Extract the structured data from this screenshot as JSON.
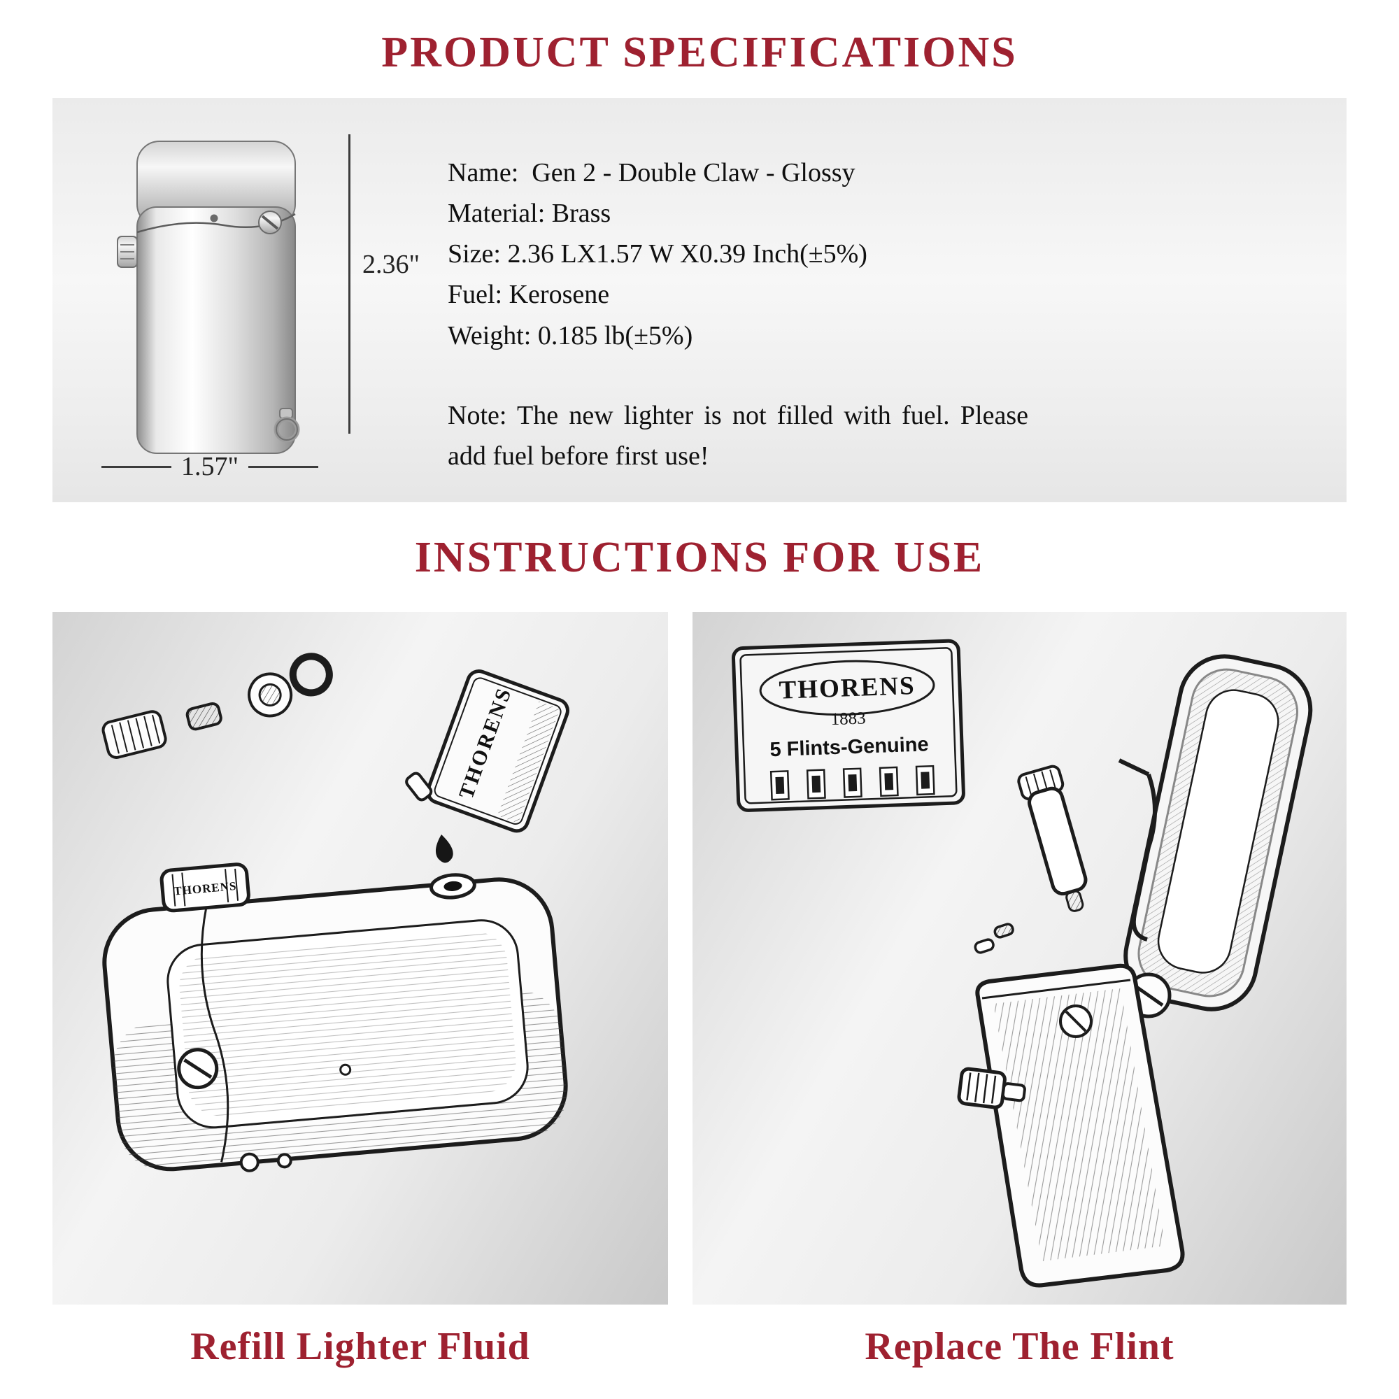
{
  "colors": {
    "accent": "#9e2130",
    "ink": "#1c1c1c",
    "spec_box_bg": "#efefef",
    "panel_bg": "#e4e4e4"
  },
  "specs": {
    "title": "PRODUCT SPECIFICATIONS",
    "dimensions": {
      "height": "2.36\"",
      "width": "1.57\""
    },
    "lines": [
      "Name:  Gen 2 - Double Claw - Glossy",
      "Material: Brass",
      "Size: 2.36 LX1.57 W X0.39 Inch(±5%)",
      "Fuel: Kerosene",
      "Weight: 0.185 lb(±5%)"
    ],
    "note": "Note: The new lighter is not filled with fuel. Please add fuel before first use!"
  },
  "instructions": {
    "title": "INSTRUCTIONS FOR USE",
    "panels": [
      {
        "caption": "Refill Lighter Fluid",
        "can_label": "THORENS",
        "knob_label": "THORENS"
      },
      {
        "caption": "Replace The Flint",
        "box_brand": "THORENS",
        "box_year": "1883",
        "box_line": "5 Flints-Genuine"
      }
    ]
  }
}
